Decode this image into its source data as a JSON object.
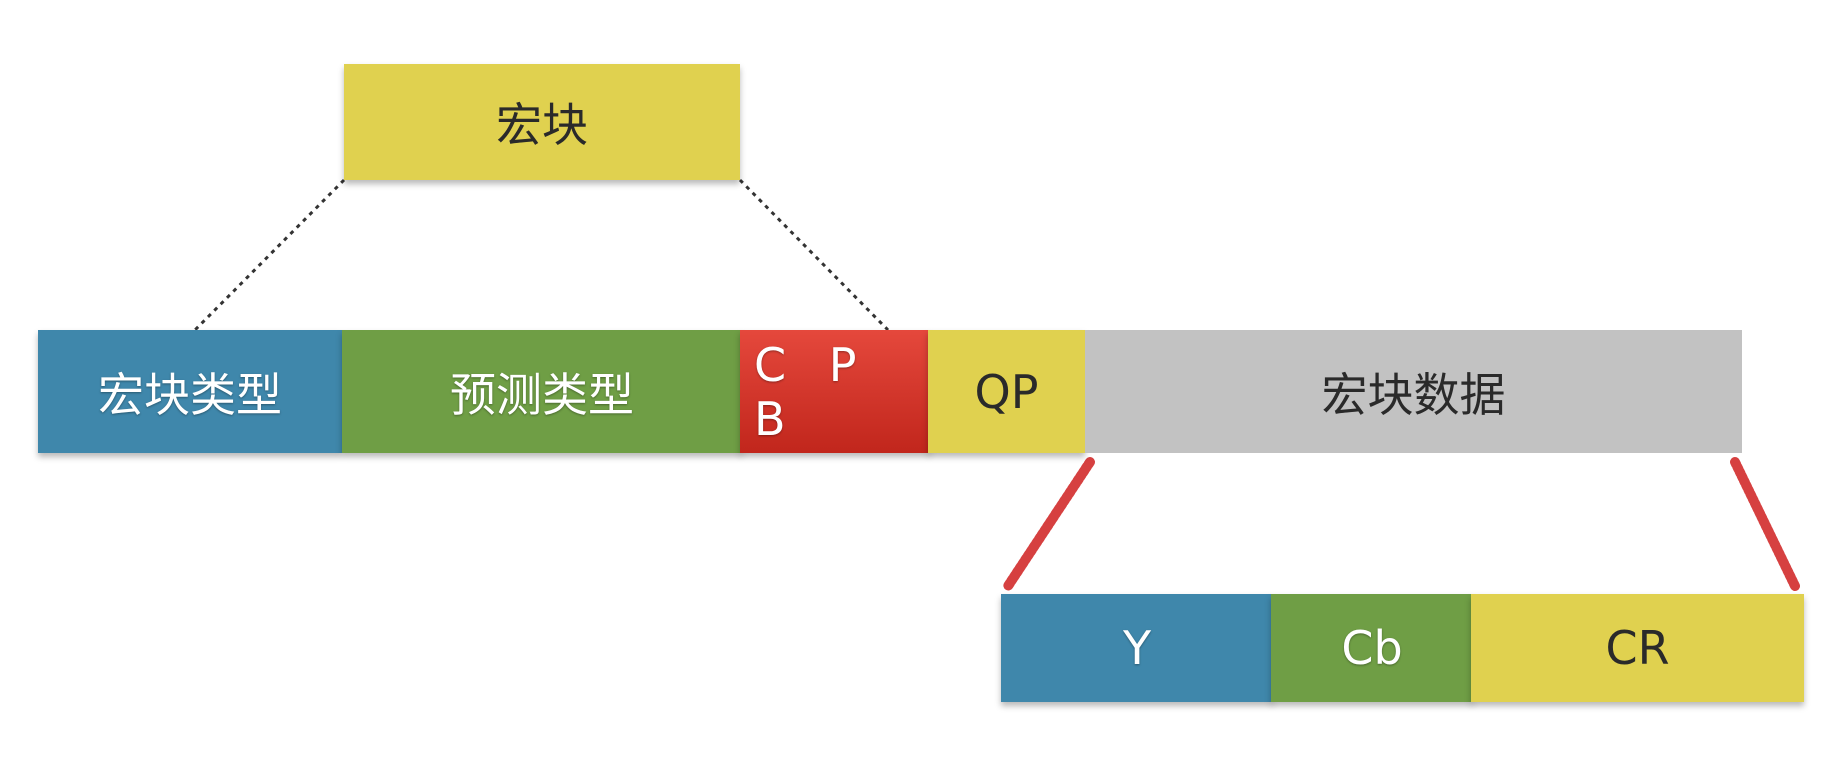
{
  "top": {
    "macroblock_label": "宏块"
  },
  "row": {
    "mb_type_label": "宏块类型",
    "prediction_type_label": "预测类型",
    "cpb_label": "C P B",
    "qp_label": "QP",
    "mb_data_label": "宏块数据"
  },
  "bottom": {
    "y_label": "Y",
    "cb_label": "Cb",
    "cr_label": "CR"
  },
  "colors": {
    "yellow": "#e0d14f",
    "blue": "#3f87ab",
    "green": "#6f9e45",
    "red": "#d6362b",
    "gray": "#c2c2c2",
    "connector_dotted": "#333333",
    "connector_red": "#d64040"
  }
}
